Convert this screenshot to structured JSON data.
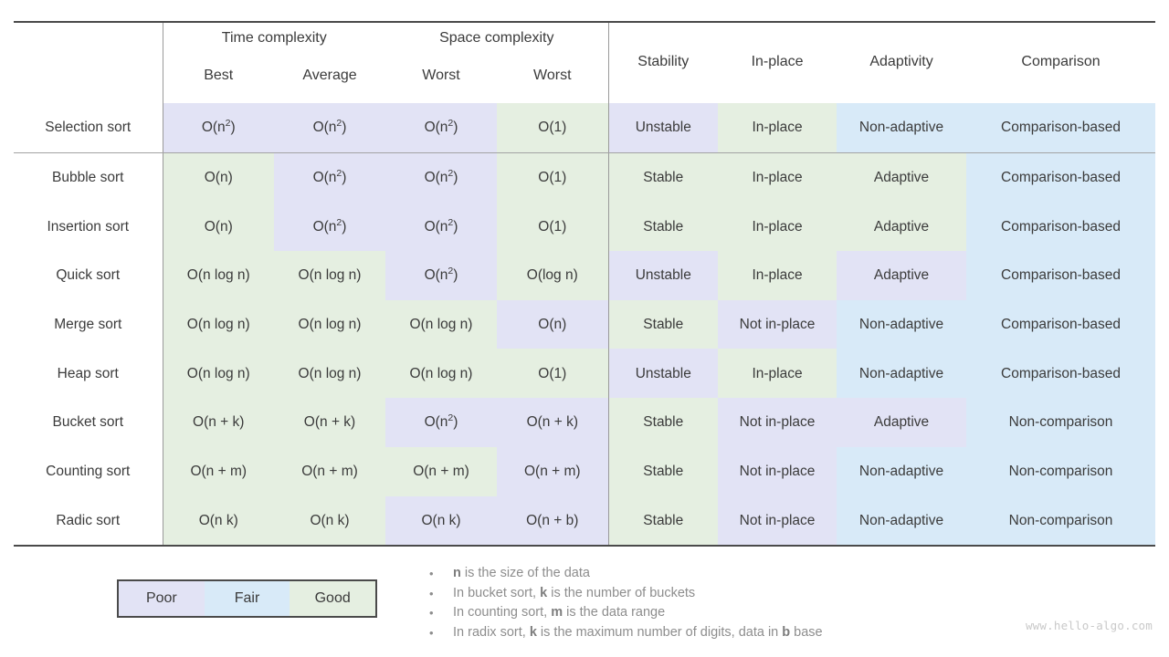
{
  "table": {
    "group_headers": [
      {
        "label": "",
        "span": 1
      },
      {
        "label": "Time complexity",
        "span": 2
      },
      {
        "label": "Space complexity",
        "span": 2
      }
    ],
    "time_group_label": "Time complexity",
    "space_group_label": "Space complexity",
    "sub_headers": [
      "",
      "Best",
      "Average",
      "Worst",
      "Worst"
    ],
    "right_headers": [
      "Stability",
      "In-place",
      "Adaptivity",
      "Comparison"
    ],
    "rows": [
      {
        "name": "Selection sort",
        "cells": [
          {
            "text": "O(n2)",
            "sup": "2",
            "base": "O(n",
            "tail": ")",
            "rating": "poor"
          },
          {
            "text": "O(n2)",
            "sup": "2",
            "base": "O(n",
            "tail": ")",
            "rating": "poor"
          },
          {
            "text": "O(n2)",
            "sup": "2",
            "base": "O(n",
            "tail": ")",
            "rating": "poor"
          },
          {
            "text": "O(1)",
            "sup": "",
            "base": "O(1)",
            "tail": "",
            "rating": "good"
          },
          {
            "text": "Unstable",
            "sup": "",
            "base": "Unstable",
            "tail": "",
            "rating": "poor"
          },
          {
            "text": "In-place",
            "sup": "",
            "base": "In-place",
            "tail": "",
            "rating": "good"
          },
          {
            "text": "Non-adaptive",
            "sup": "",
            "base": "Non-adaptive",
            "tail": "",
            "rating": "fair"
          },
          {
            "text": "Comparison-based",
            "sup": "",
            "base": "Comparison-based",
            "tail": "",
            "rating": "fair"
          }
        ]
      },
      {
        "name": "Bubble sort",
        "cells": [
          {
            "text": "O(n)",
            "sup": "",
            "base": "O(n)",
            "tail": "",
            "rating": "good"
          },
          {
            "text": "O(n2)",
            "sup": "2",
            "base": "O(n",
            "tail": ")",
            "rating": "poor"
          },
          {
            "text": "O(n2)",
            "sup": "2",
            "base": "O(n",
            "tail": ")",
            "rating": "poor"
          },
          {
            "text": "O(1)",
            "sup": "",
            "base": "O(1)",
            "tail": "",
            "rating": "good"
          },
          {
            "text": "Stable",
            "sup": "",
            "base": "Stable",
            "tail": "",
            "rating": "good"
          },
          {
            "text": "In-place",
            "sup": "",
            "base": "In-place",
            "tail": "",
            "rating": "good"
          },
          {
            "text": "Adaptive",
            "sup": "",
            "base": "Adaptive",
            "tail": "",
            "rating": "good"
          },
          {
            "text": "Comparison-based",
            "sup": "",
            "base": "Comparison-based",
            "tail": "",
            "rating": "fair"
          }
        ]
      },
      {
        "name": "Insertion sort",
        "cells": [
          {
            "text": "O(n)",
            "sup": "",
            "base": "O(n)",
            "tail": "",
            "rating": "good"
          },
          {
            "text": "O(n2)",
            "sup": "2",
            "base": "O(n",
            "tail": ")",
            "rating": "poor"
          },
          {
            "text": "O(n2)",
            "sup": "2",
            "base": "O(n",
            "tail": ")",
            "rating": "poor"
          },
          {
            "text": "O(1)",
            "sup": "",
            "base": "O(1)",
            "tail": "",
            "rating": "good"
          },
          {
            "text": "Stable",
            "sup": "",
            "base": "Stable",
            "tail": "",
            "rating": "good"
          },
          {
            "text": "In-place",
            "sup": "",
            "base": "In-place",
            "tail": "",
            "rating": "good"
          },
          {
            "text": "Adaptive",
            "sup": "",
            "base": "Adaptive",
            "tail": "",
            "rating": "good"
          },
          {
            "text": "Comparison-based",
            "sup": "",
            "base": "Comparison-based",
            "tail": "",
            "rating": "fair"
          }
        ]
      },
      {
        "name": "Quick sort",
        "cells": [
          {
            "text": "O(n log n)",
            "sup": "",
            "base": "O(n log n)",
            "tail": "",
            "rating": "good"
          },
          {
            "text": "O(n log n)",
            "sup": "",
            "base": "O(n log n)",
            "tail": "",
            "rating": "good"
          },
          {
            "text": "O(n2)",
            "sup": "2",
            "base": "O(n",
            "tail": ")",
            "rating": "poor"
          },
          {
            "text": "O(log n)",
            "sup": "",
            "base": "O(log n)",
            "tail": "",
            "rating": "good"
          },
          {
            "text": "Unstable",
            "sup": "",
            "base": "Unstable",
            "tail": "",
            "rating": "poor"
          },
          {
            "text": "In-place",
            "sup": "",
            "base": "In-place",
            "tail": "",
            "rating": "good"
          },
          {
            "text": "Adaptive",
            "sup": "",
            "base": "Adaptive",
            "tail": "",
            "rating": "poor"
          },
          {
            "text": "Comparison-based",
            "sup": "",
            "base": "Comparison-based",
            "tail": "",
            "rating": "fair"
          }
        ]
      },
      {
        "name": "Merge sort",
        "cells": [
          {
            "text": "O(n log n)",
            "sup": "",
            "base": "O(n log n)",
            "tail": "",
            "rating": "good"
          },
          {
            "text": "O(n log n)",
            "sup": "",
            "base": "O(n log n)",
            "tail": "",
            "rating": "good"
          },
          {
            "text": "O(n log n)",
            "sup": "",
            "base": "O(n log n)",
            "tail": "",
            "rating": "good"
          },
          {
            "text": "O(n)",
            "sup": "",
            "base": "O(n)",
            "tail": "",
            "rating": "poor"
          },
          {
            "text": "Stable",
            "sup": "",
            "base": "Stable",
            "tail": "",
            "rating": "good"
          },
          {
            "text": "Not in-place",
            "sup": "",
            "base": "Not in-place",
            "tail": "",
            "rating": "poor"
          },
          {
            "text": "Non-adaptive",
            "sup": "",
            "base": "Non-adaptive",
            "tail": "",
            "rating": "fair"
          },
          {
            "text": "Comparison-based",
            "sup": "",
            "base": "Comparison-based",
            "tail": "",
            "rating": "fair"
          }
        ]
      },
      {
        "name": "Heap sort",
        "cells": [
          {
            "text": "O(n log n)",
            "sup": "",
            "base": "O(n log n)",
            "tail": "",
            "rating": "good"
          },
          {
            "text": "O(n log n)",
            "sup": "",
            "base": "O(n log n)",
            "tail": "",
            "rating": "good"
          },
          {
            "text": "O(n log n)",
            "sup": "",
            "base": "O(n log n)",
            "tail": "",
            "rating": "good"
          },
          {
            "text": "O(1)",
            "sup": "",
            "base": "O(1)",
            "tail": "",
            "rating": "good"
          },
          {
            "text": "Unstable",
            "sup": "",
            "base": "Unstable",
            "tail": "",
            "rating": "poor"
          },
          {
            "text": "In-place",
            "sup": "",
            "base": "In-place",
            "tail": "",
            "rating": "good"
          },
          {
            "text": "Non-adaptive",
            "sup": "",
            "base": "Non-adaptive",
            "tail": "",
            "rating": "fair"
          },
          {
            "text": "Comparison-based",
            "sup": "",
            "base": "Comparison-based",
            "tail": "",
            "rating": "fair"
          }
        ]
      },
      {
        "name": "Bucket sort",
        "cells": [
          {
            "text": "O(n + k)",
            "sup": "",
            "base": "O(n + k)",
            "tail": "",
            "rating": "good"
          },
          {
            "text": "O(n + k)",
            "sup": "",
            "base": "O(n + k)",
            "tail": "",
            "rating": "good"
          },
          {
            "text": "O(n2)",
            "sup": "2",
            "base": "O(n",
            "tail": ")",
            "rating": "poor"
          },
          {
            "text": "O(n + k)",
            "sup": "",
            "base": "O(n + k)",
            "tail": "",
            "rating": "poor"
          },
          {
            "text": "Stable",
            "sup": "",
            "base": "Stable",
            "tail": "",
            "rating": "good"
          },
          {
            "text": "Not in-place",
            "sup": "",
            "base": "Not in-place",
            "tail": "",
            "rating": "poor"
          },
          {
            "text": "Adaptive",
            "sup": "",
            "base": "Adaptive",
            "tail": "",
            "rating": "poor"
          },
          {
            "text": "Non-comparison",
            "sup": "",
            "base": "Non-comparison",
            "tail": "",
            "rating": "fair"
          }
        ]
      },
      {
        "name": "Counting sort",
        "cells": [
          {
            "text": "O(n + m)",
            "sup": "",
            "base": "O(n + m)",
            "tail": "",
            "rating": "good"
          },
          {
            "text": "O(n + m)",
            "sup": "",
            "base": "O(n + m)",
            "tail": "",
            "rating": "good"
          },
          {
            "text": "O(n + m)",
            "sup": "",
            "base": "O(n + m)",
            "tail": "",
            "rating": "good"
          },
          {
            "text": "O(n + m)",
            "sup": "",
            "base": "O(n + m)",
            "tail": "",
            "rating": "poor"
          },
          {
            "text": "Stable",
            "sup": "",
            "base": "Stable",
            "tail": "",
            "rating": "good"
          },
          {
            "text": "Not in-place",
            "sup": "",
            "base": "Not in-place",
            "tail": "",
            "rating": "poor"
          },
          {
            "text": "Non-adaptive",
            "sup": "",
            "base": "Non-adaptive",
            "tail": "",
            "rating": "fair"
          },
          {
            "text": "Non-comparison",
            "sup": "",
            "base": "Non-comparison",
            "tail": "",
            "rating": "fair"
          }
        ]
      },
      {
        "name": "Radic sort",
        "cells": [
          {
            "text": "O(n k)",
            "sup": "",
            "base": "O(n k)",
            "tail": "",
            "rating": "good"
          },
          {
            "text": "O(n k)",
            "sup": "",
            "base": "O(n k)",
            "tail": "",
            "rating": "good"
          },
          {
            "text": "O(n k)",
            "sup": "",
            "base": "O(n k)",
            "tail": "",
            "rating": "poor"
          },
          {
            "text": "O(n + b)",
            "sup": "",
            "base": "O(n + b)",
            "tail": "",
            "rating": "poor"
          },
          {
            "text": "Stable",
            "sup": "",
            "base": "Stable",
            "tail": "",
            "rating": "good"
          },
          {
            "text": "Not in-place",
            "sup": "",
            "base": "Not in-place",
            "tail": "",
            "rating": "poor"
          },
          {
            "text": "Non-adaptive",
            "sup": "",
            "base": "Non-adaptive",
            "tail": "",
            "rating": "fair"
          },
          {
            "text": "Non-comparison",
            "sup": "",
            "base": "Non-comparison",
            "tail": "",
            "rating": "fair"
          }
        ]
      }
    ]
  },
  "legend": {
    "segments": [
      {
        "label": "Poor",
        "rating": "poor",
        "color": "#e2e3f5"
      },
      {
        "label": "Fair",
        "rating": "fair",
        "color": "#d8eaf8"
      },
      {
        "label": "Good",
        "rating": "good",
        "color": "#e5efe1"
      }
    ]
  },
  "notes": {
    "bullet": "•",
    "items": [
      [
        {
          "t": "n",
          "b": true
        },
        {
          "t": " is the size of the data",
          "b": false
        }
      ],
      [
        {
          "t": "In bucket sort, ",
          "b": false
        },
        {
          "t": "k",
          "b": true
        },
        {
          "t": " is the number of buckets",
          "b": false
        }
      ],
      [
        {
          "t": "In counting sort, ",
          "b": false
        },
        {
          "t": "m",
          "b": true
        },
        {
          "t": " is the data range",
          "b": false
        }
      ],
      [
        {
          "t": "In radix sort, ",
          "b": false
        },
        {
          "t": "k",
          "b": true
        },
        {
          "t": " is the maximum number of digits, data in ",
          "b": false
        },
        {
          "t": "b",
          "b": true
        },
        {
          "t": " base",
          "b": false
        }
      ]
    ]
  },
  "watermark": "www.hello-algo.com",
  "colors": {
    "poor": "#e2e3f5",
    "fair": "#d8eaf8",
    "good": "#e5efe1",
    "none": "#ffffff",
    "rule": "#4a4a4a",
    "text": "#3b3b3b",
    "note_text": "#8d8d8d",
    "watermark": "#c9c9c9"
  }
}
